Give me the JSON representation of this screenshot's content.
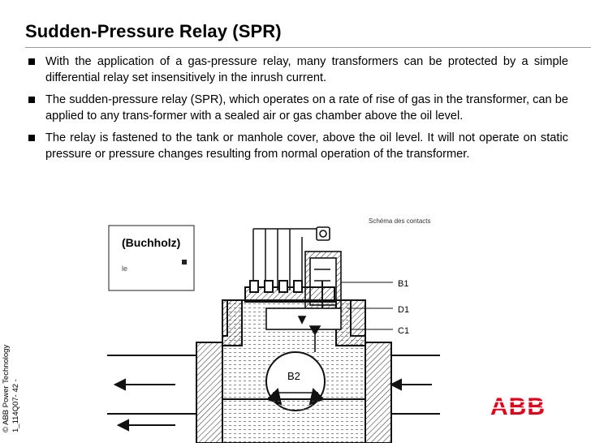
{
  "slide": {
    "title": "Sudden-Pressure Relay (SPR)",
    "bullets": [
      "With the application of a gas-pressure relay, many transformers can be protected by a simple differential relay set insensitively in the inrush current.",
      "The sudden-pressure relay (SPR), which operates on a rate of rise of gas in the transformer, can be applied to any trans-former with a sealed air or gas chamber above the oil level.",
      "The relay is fastened to the tank or manhole cover, above the oil level. It will not operate on static pressure or pressure changes resulting from normal operation of the transformer."
    ]
  },
  "sidebar": {
    "copyright": "© ABB Power Technology",
    "slide_ref": "1_114Q07- 42 -"
  },
  "diagram": {
    "top_label": "Schéma des contacts",
    "box_label": "(Buchholz)",
    "cut_label": "le",
    "labels": {
      "b1": "B1",
      "d1": "D1",
      "c1": "C1",
      "b2": "B2"
    }
  },
  "logo": {
    "text": "ABB",
    "color": "#e2001a"
  }
}
